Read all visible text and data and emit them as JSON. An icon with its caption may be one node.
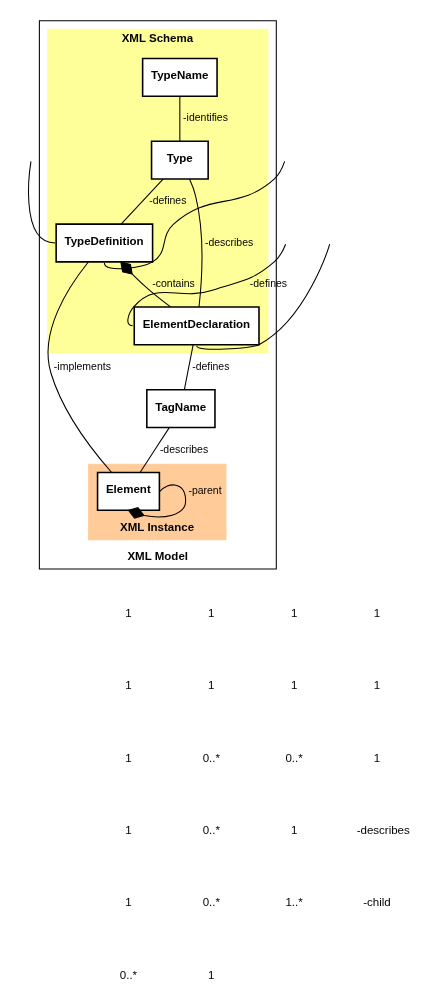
{
  "diagram": {
    "nodes": [
      {
        "text": [
          "XML Model"
        ]
      },
      {
        "text": [
          "XML Schema"
        ],
        "in": 0
      },
      {
        "text": [
          "TypeName"
        ],
        "in": 1
      },
      {
        "text": [
          "Type"
        ],
        "in": 1
      },
      {
        "text": [
          "TypeDefinition"
        ],
        "in": 1
      },
      {
        "text": [
          "ElementDeclaration"
        ],
        "in": 1
      },
      {
        "text": [
          "TagName"
        ],
        "in": 0
      },
      {
        "text": [
          "XML Instance"
        ],
        "in": 0
      },
      {
        "text": [
          "Element"
        ],
        "in": 7
      }
    ],
    "edges": [
      {
        "from": 2,
        "to": 3,
        "arrow": "none",
        "label": "-identifies"
      },
      {
        "from": 3,
        "to": 4,
        "arrow": "none",
        "label": "-defines"
      },
      {
        "from": 3,
        "to": 5,
        "arrow": "none",
        "label": "-describes"
      },
      {
        "from": 4,
        "to": 5,
        "arrow": "other",
        "label": "-contains"
      },
      {
        "from": 5,
        "to": 6,
        "arrow": "none",
        "label": "-defines"
      },
      {
        "from": 6,
        "to": 8,
        "arrow": "none",
        "label": "-describes"
      },
      {
        "from": 4,
        "to": 8,
        "arrow": "none",
        "label": "-implements"
      },
      {
        "from": 8,
        "to": 8,
        "arrow": "other",
        "label": "-parent"
      },
      {
        "from": null,
        "to": 4,
        "arrow": "none"
      },
      {
        "from": null,
        "to": 5,
        "arrow": "none",
        "label": "-defines"
      },
      {
        "from": null,
        "to": 4,
        "arrow": "none"
      },
      {
        "from": null,
        "to": 5,
        "arrow": "none"
      }
    ],
    "labels": [
      "1",
      "1",
      "1",
      "1",
      "1",
      "1",
      "1",
      "1",
      "1",
      "0..*",
      "0..*",
      "1",
      "1",
      "0..*",
      "1",
      "-describes",
      "1",
      "0..*",
      "1..*",
      "-child",
      "0..*",
      "1"
    ]
  }
}
